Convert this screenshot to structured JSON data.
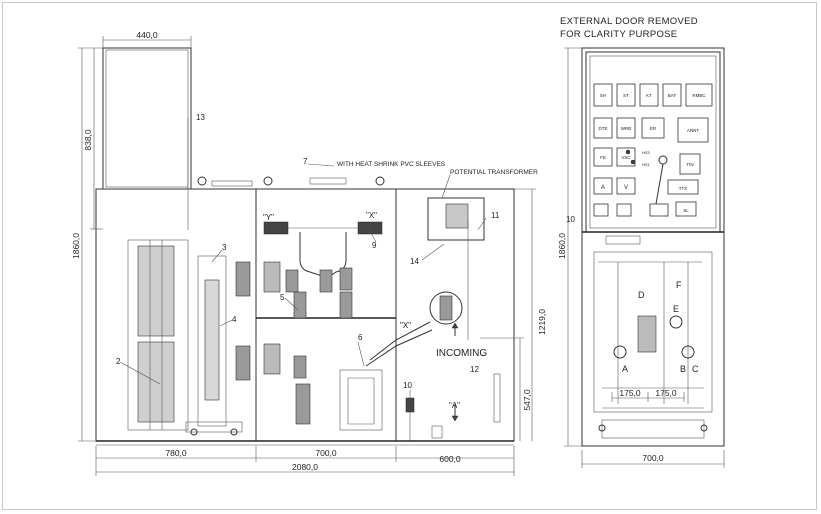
{
  "caption": {
    "line1": "EXTERNAL DOOR REMOVED",
    "line2": "FOR CLARITY PURPOSE"
  },
  "dimensions": {
    "top_width": "440,0",
    "upper_height": "838,0",
    "total_height_left": "1860,0",
    "total_height_right": "1860,0",
    "incoming_height": "1219,0",
    "lower_height": "547,0",
    "bottom_1": "780,0",
    "bottom_2": "700,0",
    "bottom_3": "600,0",
    "total_width": "2080,0",
    "right_width": "700,0",
    "spacing_1": "175,0",
    "spacing_2": "175,0"
  },
  "annotations": {
    "sleeves": "WITH HEAT SHRINK PVC SLEEVES",
    "pt": "POTENTIAL TRANSFORMER",
    "incoming": "INCOMING",
    "view_y": "\"Y\"",
    "view_x": "\"X\"",
    "view_x2": "\"X\"",
    "view_a": "\"A\""
  },
  "callouts": {
    "n2": "2",
    "n3": "3",
    "n4": "4",
    "n5": "5",
    "n6": "6",
    "n7": "7",
    "n9": "9",
    "n10": "10",
    "n10b": "10",
    "n11": "11",
    "n12": "12",
    "n13": "13",
    "n14": "14"
  },
  "letters": {
    "A": "A",
    "B": "B",
    "C": "C",
    "D": "D",
    "E": "E",
    "F": "F"
  },
  "panel_buttons": {
    "row1": [
      "SH",
      "ST",
      "KT",
      "BAT",
      "RMBC"
    ],
    "row2": [
      "DTE",
      "WRB",
      "ER",
      "ANNT"
    ],
    "row3": [
      "FE",
      "VSC",
      "HS3",
      "HS1",
      "TIN"
    ],
    "row4": [
      "A",
      "V",
      "TTX"
    ],
    "row5": [
      "",
      "",
      "",
      "SL"
    ]
  }
}
